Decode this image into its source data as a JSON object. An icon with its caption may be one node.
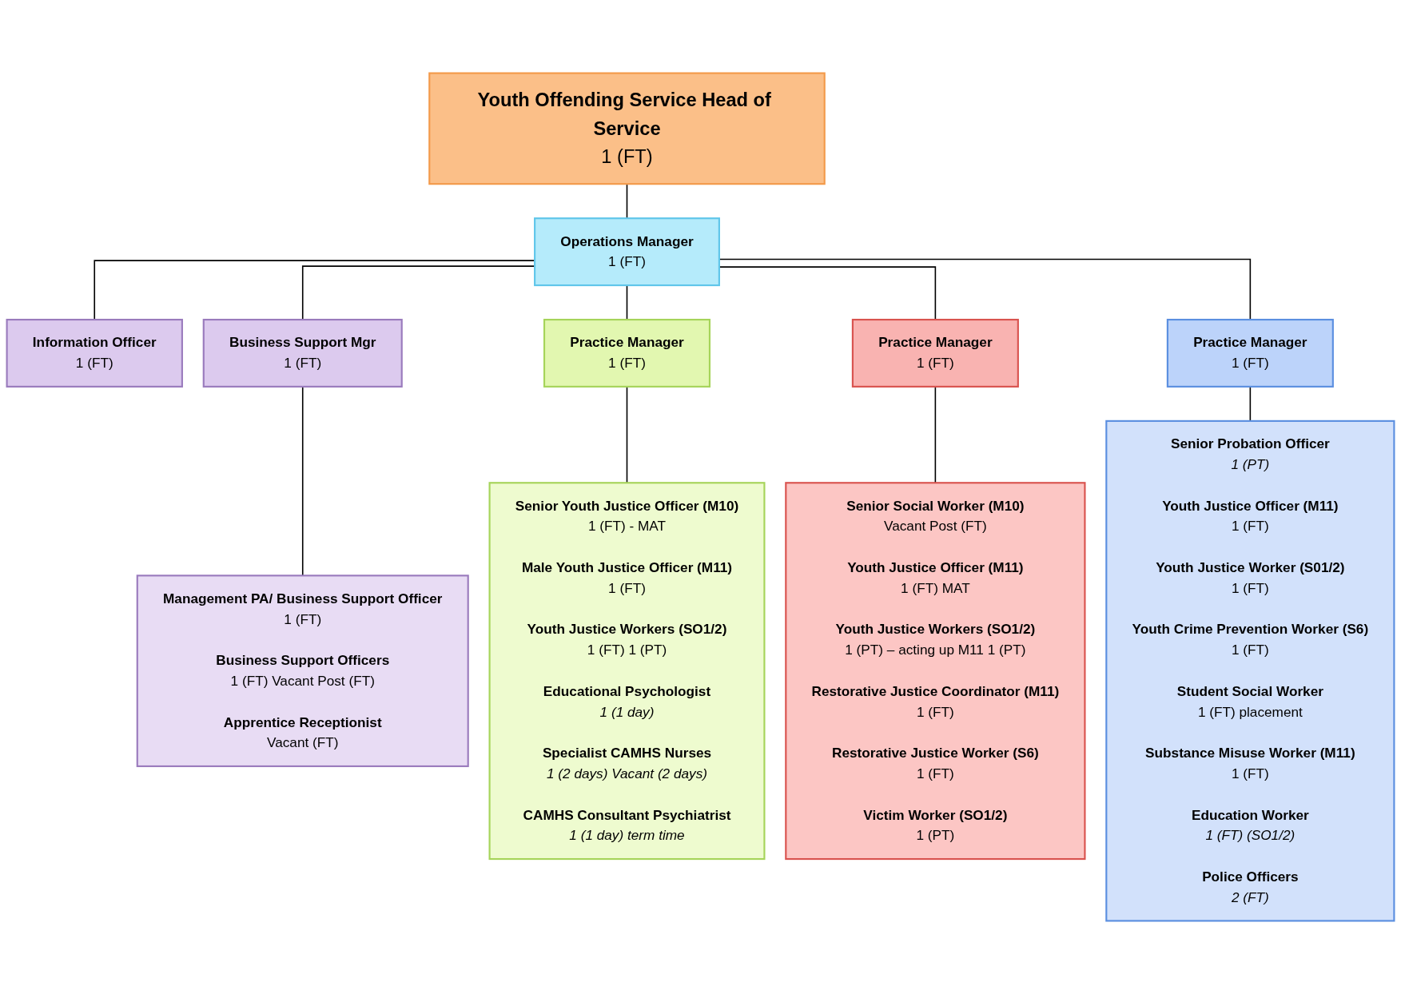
{
  "diagram": {
    "nodes": [
      {
        "text": [
          "Youth Offending Service Head of Service",
          "1 (FT)"
        ]
      },
      {
        "text": [
          "Operations Manager",
          "1 (FT)"
        ]
      },
      {
        "text": [
          "Information Officer",
          "1 (FT)"
        ]
      },
      {
        "text": [
          "Practice Manager",
          "1 (FT)"
        ]
      },
      {
        "text": [
          "Practice Manager",
          "1 (FT)"
        ]
      },
      {
        "text": [
          "Practice Manager",
          "1 (FT)"
        ]
      },
      {
        "text": [
          "Business Support Mgr",
          "1 (FT)"
        ]
      },
      {
        "text": [
          "Senior Youth Justice Officer (M10)",
          "1 (FT) - MAT",
          "Male Youth Justice Officer (M11)",
          "1 (FT)",
          "Youth Justice Workers (SO1/2)",
          "1 (FT) 1 (PT)",
          "Educational Psychologist",
          "1 (1 day)",
          "Specialist CAMHS Nurses",
          "1 (2 days) Vacant (2 days)",
          "CAMHS Consultant Psychiatrist",
          "1 (1 day) term time"
        ]
      },
      {
        "text": [
          "Senior Social Worker (M10)",
          "Vacant Post (FT)",
          "Youth Justice Officer (M11)",
          "1 (FT) MAT",
          "Youth Justice Workers (SO1/2)",
          "1 (PT) – acting up M11 1 (PT)",
          "Restorative Justice Coordinator (M11)",
          "1 (FT)",
          "Restorative Justice Worker (S6)",
          "1 (FT)",
          "Victim Worker (SO1/2)",
          "1 (PT)"
        ]
      },
      {
        "text": [
          "Senior Probation Officer",
          "1 (PT)",
          "Youth Justice Officer (M11)",
          "1 (FT)",
          "Youth Justice Worker (S01/2)",
          "1 (FT)",
          "Youth Crime Prevention Worker (S6)",
          "1 (FT)",
          "Student Social Worker",
          "1 (FT) placement",
          "Substance Misuse Worker (M11)",
          "1 (FT)",
          "Education Worker",
          "1 (FT) (SO1/2)",
          "Police Officers",
          "2 (FT)"
        ]
      },
      {
        "text": [
          "Management PA/ Business Support Officer",
          "1 (FT)",
          "Business Support Officers",
          "1 (FT) Vacant Post (FT)",
          "Apprentice Receptionist",
          "Vacant (FT)"
        ]
      }
    ],
    "edges": [
      {
        "from": 0,
        "to": 1,
        "arrow": "none"
      },
      {
        "from": 1,
        "to": 2,
        "arrow": "none"
      },
      {
        "from": 1,
        "to": 6,
        "arrow": "none"
      },
      {
        "from": 1,
        "to": 3,
        "arrow": "none"
      },
      {
        "from": 1,
        "to": 4,
        "arrow": "none"
      },
      {
        "from": 1,
        "to": 5,
        "arrow": "none"
      },
      {
        "from": 6,
        "to": 10,
        "arrow": "none"
      },
      {
        "from": 3,
        "to": 7,
        "arrow": "none"
      },
      {
        "from": 4,
        "to": 8,
        "arrow": "none"
      },
      {
        "from": 5,
        "to": 9,
        "arrow": "none"
      }
    ]
  }
}
